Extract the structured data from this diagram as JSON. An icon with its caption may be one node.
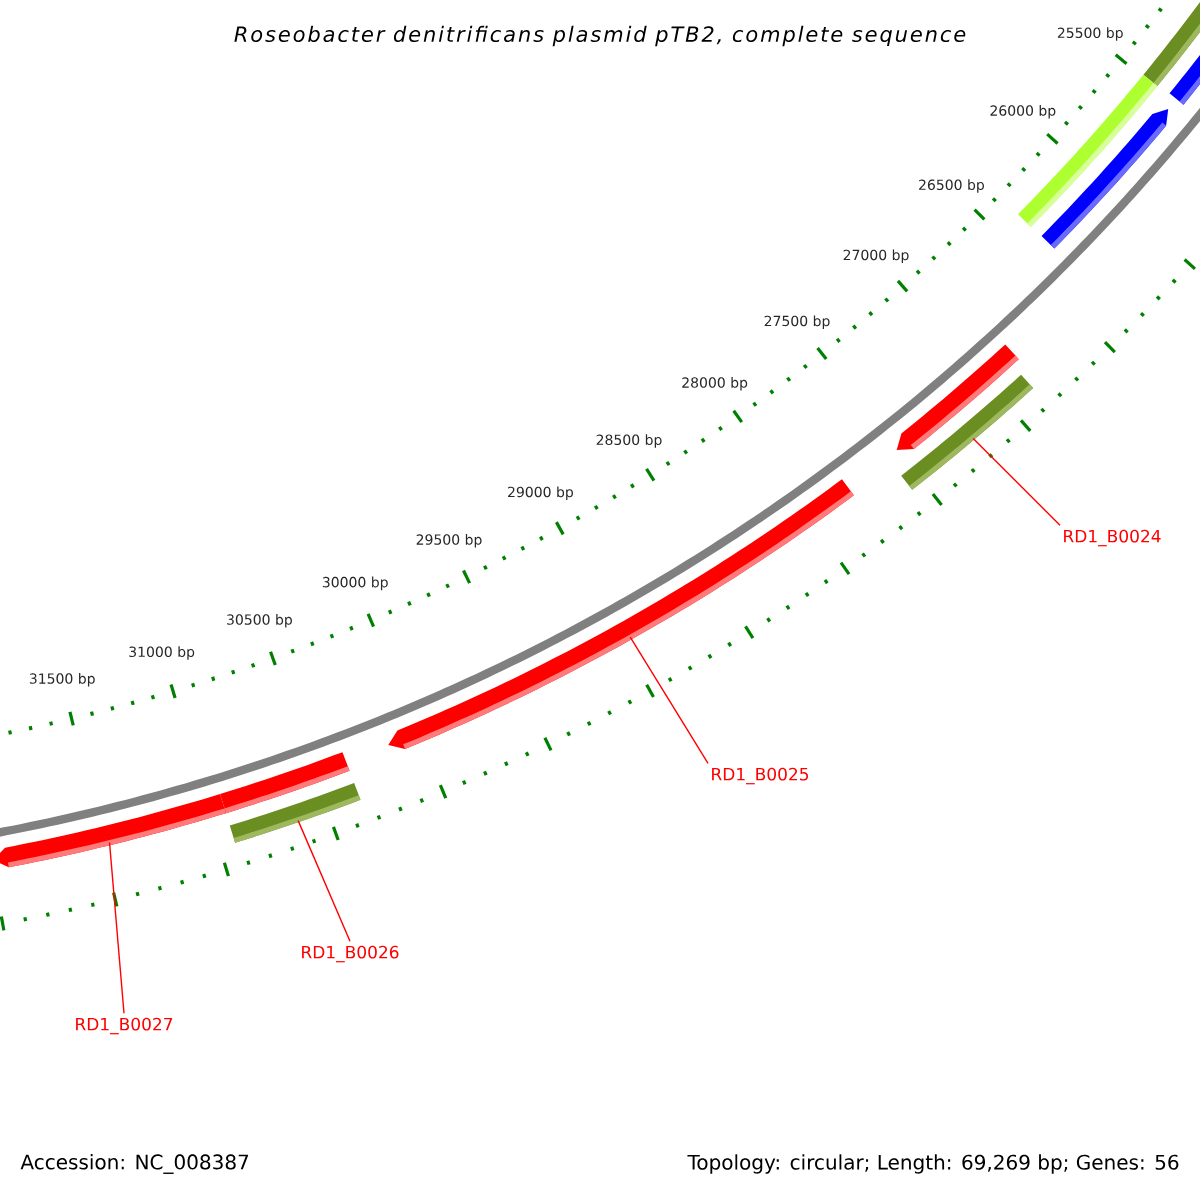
{
  "diagram": {
    "title": "Roseobacter denitrificans plasmid pTB2, complete sequence",
    "nodes": [
      {
        "text": [],
        "shape": "bar"
      },
      {
        "text": [],
        "shape": "bar"
      },
      {
        "text": [],
        "shape": "bar"
      },
      {
        "text": [],
        "shape": "bar"
      },
      {
        "text": [],
        "shape": "bar"
      },
      {
        "text": [],
        "shape": "bar"
      },
      {
        "text": [
          "RD1_B0024"
        ]
      },
      {
        "text": [],
        "shape": "bar"
      },
      {
        "text": [
          "RD1_B0025"
        ]
      },
      {
        "text": [],
        "shape": "bar"
      },
      {
        "text": [],
        "shape": "bar"
      },
      {
        "text": [
          "RD1_B0026"
        ]
      },
      {
        "text": [],
        "shape": "bar"
      },
      {
        "text": [
          "RD1_B0027"
        ]
      }
    ],
    "edges": [
      {
        "from": 6,
        "to": 5,
        "arrow": "none"
      },
      {
        "from": 8,
        "to": 7,
        "arrow": "none"
      },
      {
        "from": 11,
        "to": 10,
        "arrow": "none"
      },
      {
        "from": 13,
        "to": 12,
        "arrow": "none"
      }
    ],
    "labels": [
      "25500 bp",
      "26000 bp",
      "26500 bp",
      "27000 bp",
      "27500 bp",
      "28000 bp",
      "28500 bp",
      "29000 bp",
      "29500 bp",
      "30000 bp",
      "30500 bp",
      "31000 bp",
      "31500 bp",
      "Accession: NC_008387",
      "Topology: circular; Length: 69,269 bp; Genes: 56"
    ]
  }
}
